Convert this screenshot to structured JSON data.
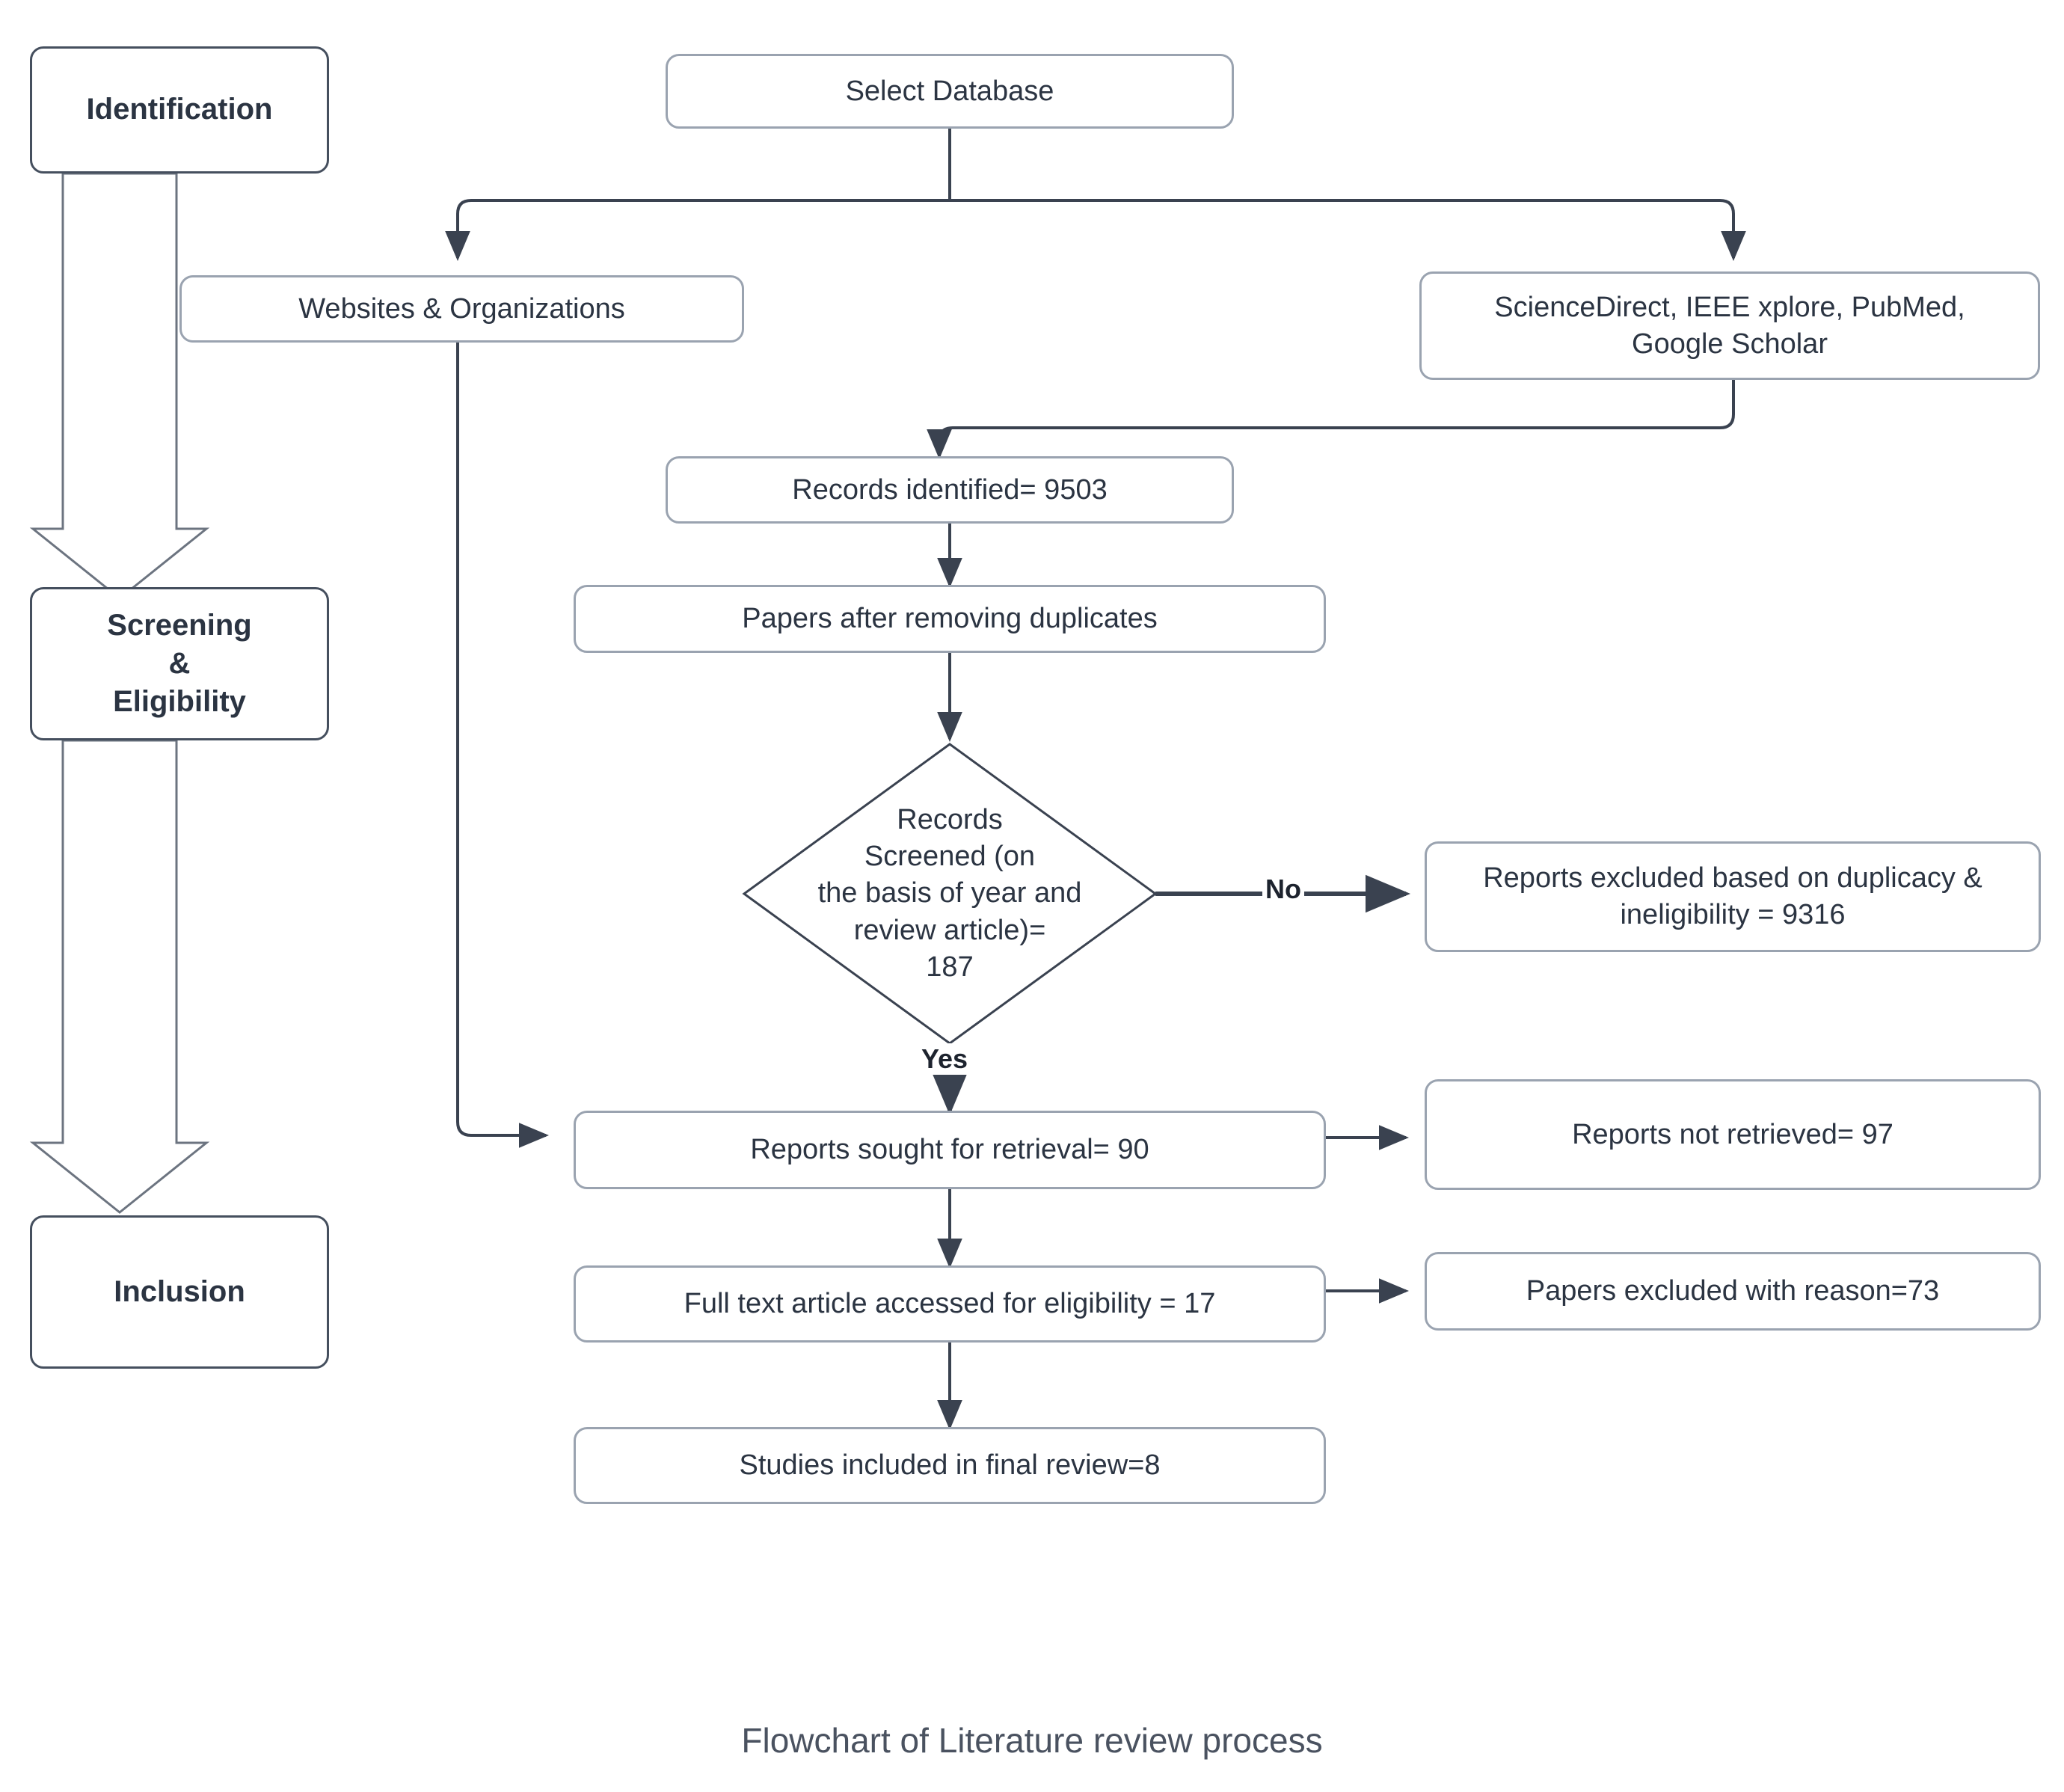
{
  "figure": {
    "caption": "Flowchart of Literature review process",
    "type": "flowchart",
    "colors": {
      "box_border": "#9aa3b0",
      "stage_border": "#454f5e",
      "connector": "#3a4250",
      "text": "#2b3442",
      "background": "#ffffff"
    }
  },
  "stages": [
    {
      "id": "identification",
      "label": "Identification"
    },
    {
      "id": "screening_eligibility",
      "label": "Screening\n&\nEligibility"
    },
    {
      "id": "inclusion",
      "label": "Inclusion"
    }
  ],
  "stage_labels": {
    "identification": "Identification",
    "screening_line1": "Screening",
    "screening_line2": "&",
    "screening_line3": "Eligibility",
    "inclusion": "Inclusion"
  },
  "nodes": {
    "select_database": "Select Database",
    "websites_orgs": "Websites & Organizations",
    "databases": "ScienceDirect, IEEE xplore, PubMed, Google Scholar",
    "databases_line1": "ScienceDirect, IEEE xplore, PubMed,",
    "databases_line2": "Google Scholar",
    "records_identified": "Records identified= 9503",
    "papers_after_duplicates": "Papers after removing duplicates",
    "records_screened_line1": "Records",
    "records_screened_line2": "Screened (on",
    "records_screened_line3": "the basis of year and",
    "records_screened_line4": "review article)=",
    "records_screened_line5": "187",
    "reports_excluded_line1": "Reports excluded based on duplicacy &",
    "reports_excluded_line2": "ineligibility = 9316",
    "reports_sought": "Reports sought for retrieval= 90",
    "reports_not_retrieved": "Reports not retrieved= 97",
    "full_text_accessed": "Full text article accessed for eligibility = 17",
    "papers_excluded_reason": "Papers excluded with reason=73",
    "studies_included": "Studies included in final review=8"
  },
  "edge_labels": {
    "no": "No",
    "yes": "Yes"
  },
  "chart_data": {
    "type": "table",
    "title": "Flowchart of Literature review process",
    "steps": [
      {
        "step": "Records identified",
        "value": 9503
      },
      {
        "step": "Records Screened (on the basis of year and review article)",
        "value": 187
      },
      {
        "step": "Reports excluded based on duplicacy & ineligibility",
        "value": 9316
      },
      {
        "step": "Reports sought for retrieval",
        "value": 90
      },
      {
        "step": "Reports not retrieved",
        "value": 97
      },
      {
        "step": "Full text article accessed for eligibility",
        "value": 17
      },
      {
        "step": "Papers excluded with reason",
        "value": 73
      },
      {
        "step": "Studies included in final review",
        "value": 8
      }
    ]
  }
}
